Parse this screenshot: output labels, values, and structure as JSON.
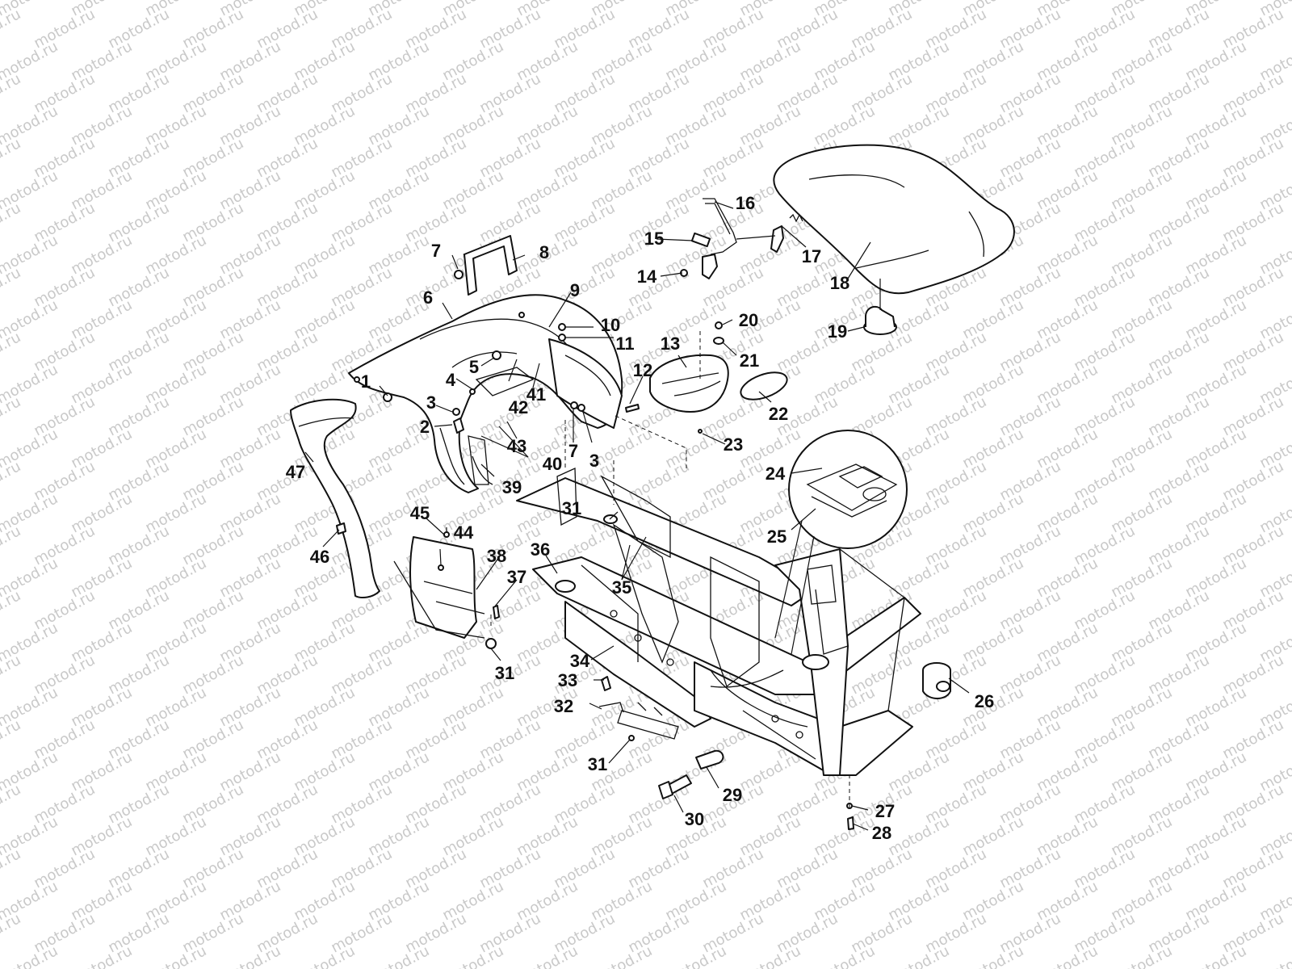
{
  "watermark": {
    "text": "motod.ru",
    "color": "#c9c9c9"
  },
  "colors": {
    "line": "#111111",
    "background": "#ffffff"
  },
  "callouts": {
    "c1": "1",
    "c2": "2",
    "c3a": "3",
    "c3b": "3",
    "c4": "4",
    "c5": "5",
    "c6": "6",
    "c7a": "7",
    "c7b": "7",
    "c8": "8",
    "c9": "9",
    "c10": "10",
    "c11": "11",
    "c12": "12",
    "c13": "13",
    "c14": "14",
    "c15": "15",
    "c16": "16",
    "c17": "17",
    "c18": "18",
    "c19": "19",
    "c20": "20",
    "c21": "21",
    "c22": "22",
    "c23": "23",
    "c24": "24",
    "c25": "25",
    "c26": "26",
    "c27": "27",
    "c28": "28",
    "c29": "29",
    "c30": "30",
    "c31a": "31",
    "c31b": "31",
    "c31c": "31",
    "c32": "32",
    "c33": "33",
    "c34": "34",
    "c35": "35",
    "c36": "36",
    "c37": "37",
    "c38": "38",
    "c39": "39",
    "c40": "40",
    "c41": "41",
    "c42": "42",
    "c43": "43",
    "c44": "44",
    "c45": "45",
    "c46": "46",
    "c47": "47"
  }
}
